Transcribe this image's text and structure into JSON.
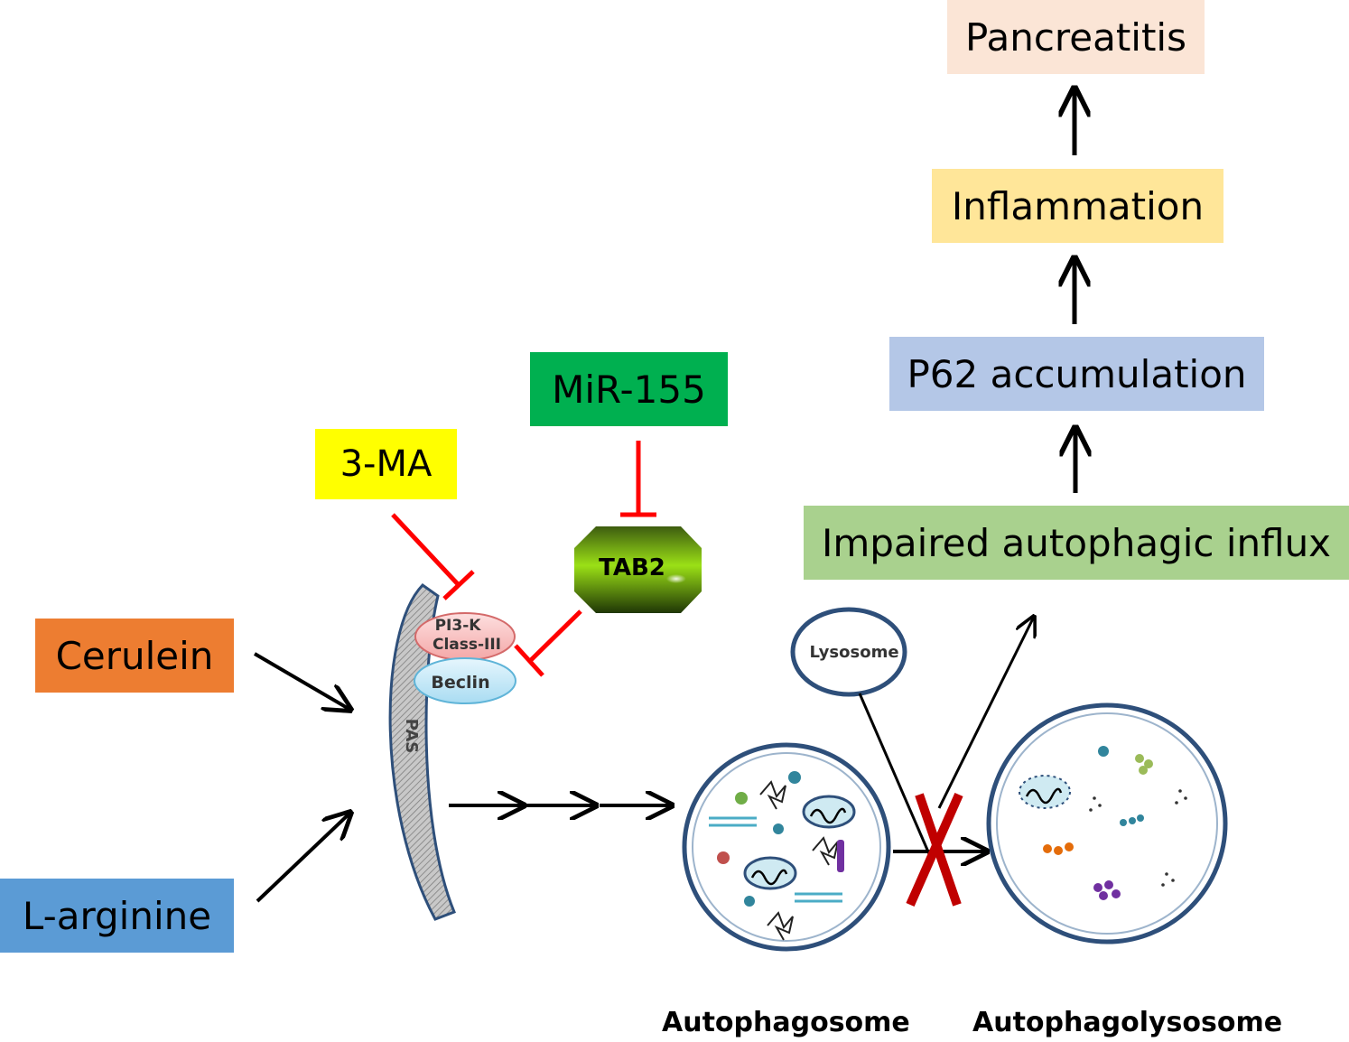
{
  "nodes": {
    "pancreatitis": {
      "label": "Pancreatitis",
      "color": "#fbe5d6"
    },
    "inflammation": {
      "label": "Inflammation",
      "color": "#ffe699"
    },
    "p62": {
      "label": "P62 accumulation",
      "color": "#b4c7e7"
    },
    "impaired": {
      "label": "Impaired autophagic influx",
      "color": "#a9d18e"
    },
    "mir155": {
      "label": "MiR-155",
      "color": "#00b050"
    },
    "three_ma": {
      "label": "3-MA",
      "color": "#ffff00"
    },
    "cerulein": {
      "label": "Cerulein",
      "color": "#ed7d31"
    },
    "larginine": {
      "label": "L-arginine",
      "color": "#5b9bd5"
    },
    "tab2": {
      "label": "TAB2"
    },
    "pi3k": {
      "line1": "PI3-K",
      "line2": "Class-III"
    },
    "beclin": {
      "label": "Beclin"
    },
    "pas": {
      "label": "PAS"
    },
    "lysosome": {
      "label": "Lysosome"
    }
  },
  "captions": {
    "autophagosome": "Autophagosome",
    "autophagolysosome": "Autophagolysosome"
  },
  "colors": {
    "inhibit": "#ff0000",
    "block_x": "#c00000",
    "membrane": "#2e4f7a",
    "arrow": "#000000"
  }
}
